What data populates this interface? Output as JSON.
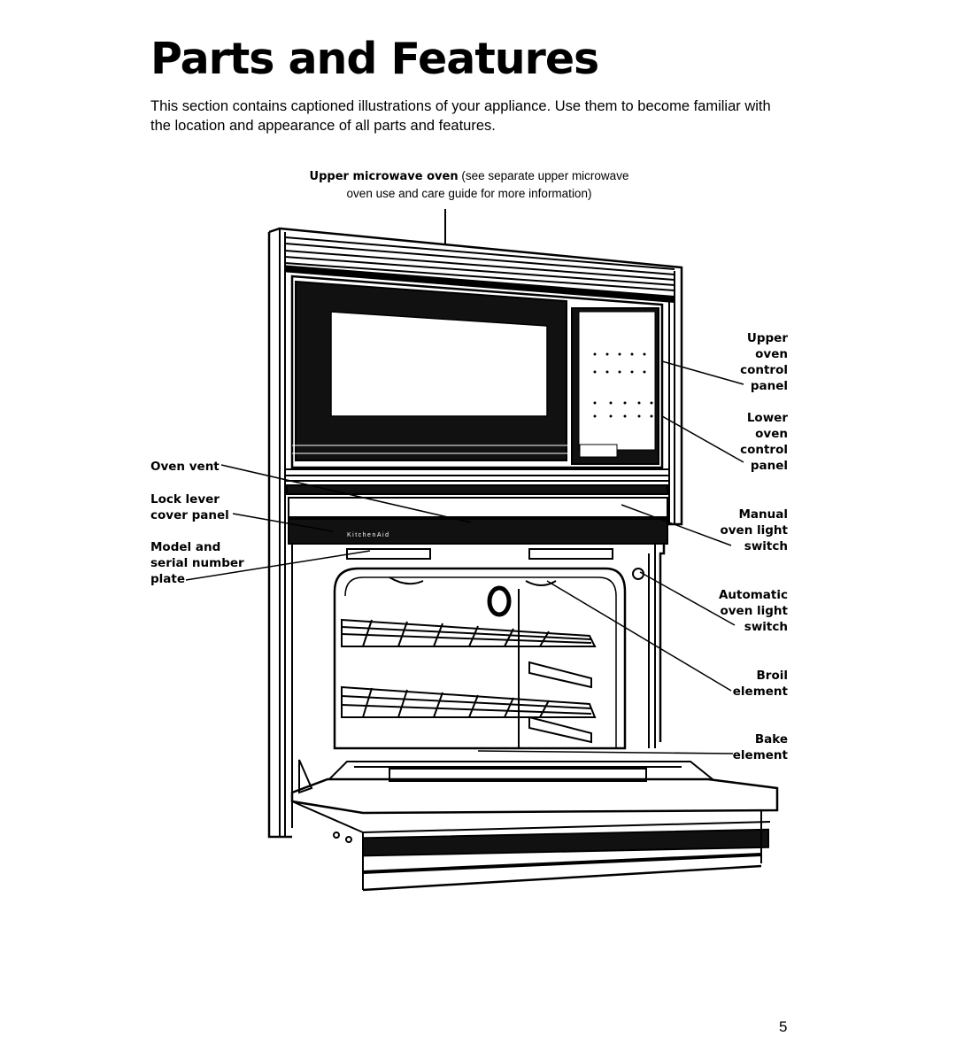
{
  "page": {
    "title": "Parts and Features",
    "intro": "This section contains captioned illustrations of your appliance. Use them to become familiar with the location and appearance of all parts and features.",
    "page_number": "5"
  },
  "figure": {
    "top_caption": {
      "bold": "Upper microwave oven",
      "rest_line1": " (see separate upper microwave",
      "line2": "oven use and care guide for more information)"
    },
    "brand_mark": "KitchenAid",
    "left_labels": {
      "oven_vent": [
        "Oven vent"
      ],
      "lock_lever": [
        "Lock lever",
        "cover panel"
      ],
      "model_plate": [
        "Model and",
        "serial number",
        "plate"
      ]
    },
    "right_labels": {
      "upper_control": [
        "Upper",
        "oven",
        "control",
        "panel"
      ],
      "lower_control": [
        "Lower",
        "oven",
        "control",
        "panel"
      ],
      "manual_light": [
        "Manual",
        "oven light",
        "switch"
      ],
      "auto_light": [
        "Automatic",
        "oven light",
        "switch"
      ],
      "broil": [
        "Broil",
        "element"
      ],
      "bake": [
        "Bake",
        "element"
      ]
    }
  }
}
